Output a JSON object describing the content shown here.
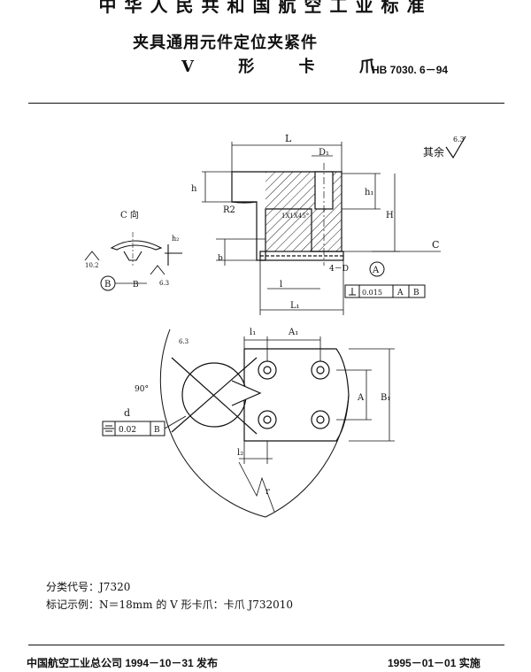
{
  "header": {
    "standard_body": "中华人民共和国航空工业标准",
    "title_line1": "夹具通用元件定位夹紧件",
    "title_line2": "V 形 卡 爪",
    "standard_number": "HB 7030. 6－94"
  },
  "drawing": {
    "surface_note": "其余",
    "surface_value": "6.3",
    "labels": {
      "L": "L",
      "D1": "D₁",
      "h": "h",
      "h1": "h₁",
      "H": "H",
      "C": "C",
      "R2": "R2",
      "chamfer": "1X1X45°",
      "view_c": "C 向",
      "h2": "h₂",
      "b": "b",
      "l": "l",
      "L1": "L₁",
      "section": "4－D",
      "datum_a": "A",
      "datum_b": "B",
      "tol_perp": "0.015",
      "l1": "l₁",
      "A1": "A₁",
      "A": "A",
      "B1": "B₁",
      "angle": "90°",
      "d": "d",
      "tol_sym": "0.02",
      "l2": "l₂",
      "r": "r",
      "roughness_1": "10.2",
      "roughness_2": "6.3",
      "roughness_3": "6.3"
    }
  },
  "notes": {
    "classification": "分类代号：J7320",
    "marking_example": "标记示例：N＝18mm 的 V 形卡爪：卡爪 J732010"
  },
  "footer": {
    "publisher": "中国航空工业总公司 1994－10－31 发布",
    "effective": "1995－01－01 实施"
  }
}
